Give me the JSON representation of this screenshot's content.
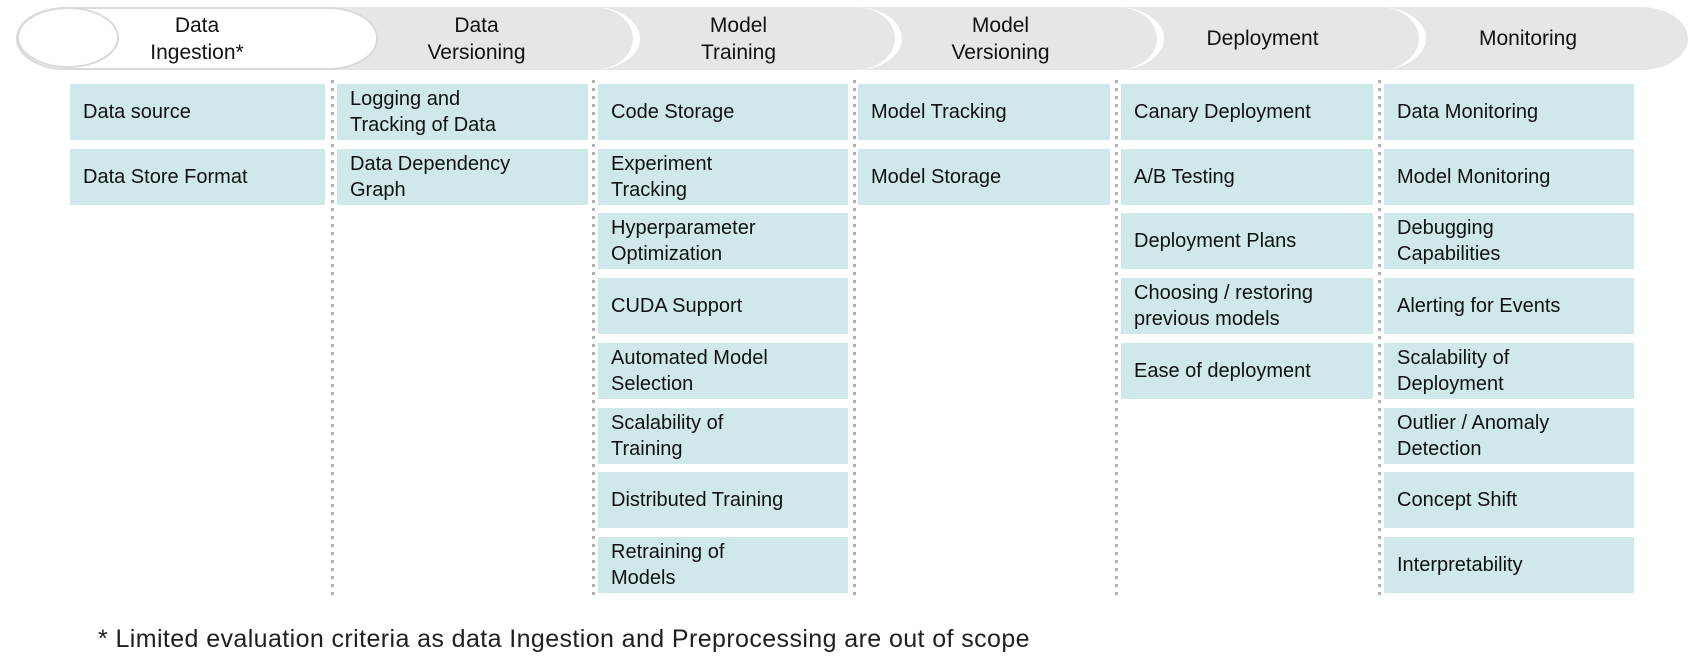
{
  "pipeline": {
    "stages": [
      {
        "id": "data-ingestion",
        "label": "Data\nIngestion*"
      },
      {
        "id": "data-versioning",
        "label": "Data\nVersioning"
      },
      {
        "id": "model-training",
        "label": "Model\nTraining"
      },
      {
        "id": "model-versioning",
        "label": "Model\nVersioning"
      },
      {
        "id": "deployment",
        "label": "Deployment"
      },
      {
        "id": "monitoring",
        "label": "Monitoring"
      }
    ]
  },
  "columns": [
    {
      "stage": "Data Ingestion",
      "items": [
        "Data source",
        "Data Store Format"
      ]
    },
    {
      "stage": "Data Versioning",
      "items": [
        "Logging and\nTracking of Data",
        "Data Dependency\nGraph"
      ]
    },
    {
      "stage": "Model Training",
      "items": [
        "Code Storage",
        "Experiment\nTracking",
        "Hyperparameter\nOptimization",
        "CUDA Support",
        "Automated Model\nSelection",
        "Scalability of\nTraining",
        "Distributed Training",
        "Retraining of\nModels"
      ]
    },
    {
      "stage": "Model Versioning",
      "items": [
        "Model Tracking",
        "Model Storage"
      ]
    },
    {
      "stage": "Deployment",
      "items": [
        "Canary Deployment",
        "A/B Testing",
        "Deployment Plans",
        "Choosing / restoring\nprevious models",
        "Ease of deployment"
      ]
    },
    {
      "stage": "Monitoring",
      "items": [
        "Data Monitoring",
        "Model Monitoring",
        "Debugging\nCapabilities",
        "Alerting for Events",
        "Scalability of\nDeployment",
        "Outlier / Anomaly\nDetection",
        "Concept Shift",
        "Interpretability"
      ]
    }
  ],
  "footnote": "* Limited evaluation criteria as data Ingestion and Preprocessing are out of scope",
  "colors": {
    "criteria_fill": "#cfe8e9",
    "stage_fill": "#e6e6e6",
    "stage_start_fill": "#ffffff",
    "stage_border": "#d9d9d9",
    "separator_dot": "#b0b0b0",
    "text": "#111111"
  }
}
